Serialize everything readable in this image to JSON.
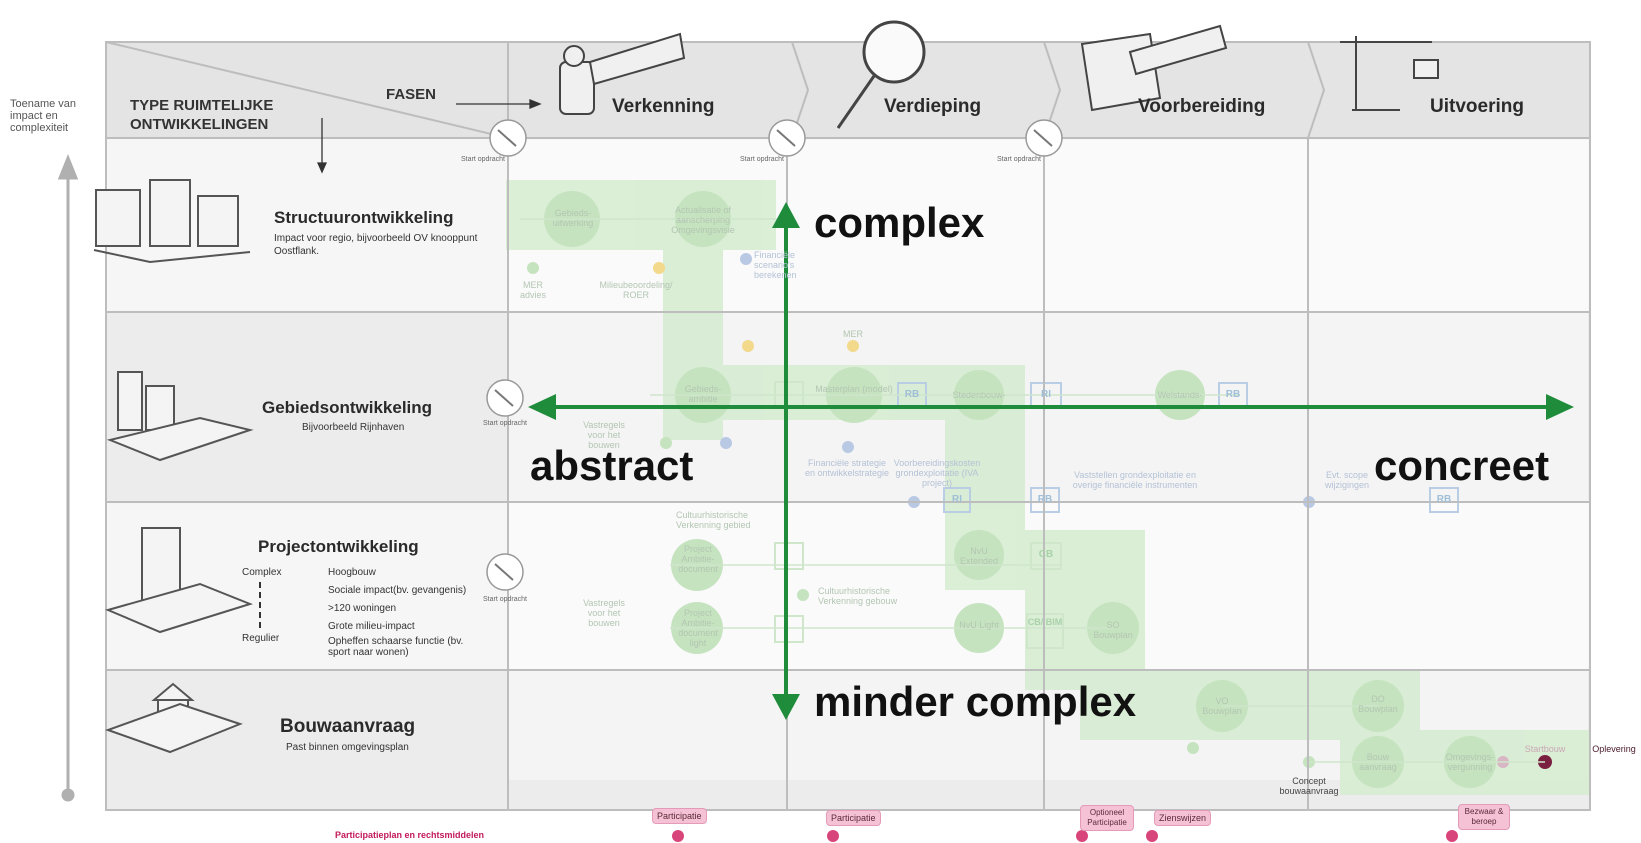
{
  "header": {
    "type_label": "TYPE RUIMTELIJKE ONTWIKKELINGEN",
    "fasen_label": "FASEN",
    "yaxis_label": "Toename van impact en complexiteit"
  },
  "phases": [
    "Verkenning",
    "Verdieping",
    "Voorbereiding",
    "Uitvoering"
  ],
  "start_label": "Start opdracht",
  "categories": [
    {
      "title": "Structuurontwikkeling",
      "subtitle": "Impact voor regio, bijvoorbeeld OV knooppunt Oostflank."
    },
    {
      "title": "Gebiedsontwikkeling",
      "subtitle": "Bijvoorbeeld Rijnhaven"
    },
    {
      "title": "Projectontwikkeling",
      "complex": "Complex",
      "regulier": "Regulier",
      "list": [
        "Hoogbouw",
        "Sociale impact(bv. gevangenis)",
        ">120 woningen",
        "Grote milieu-impact",
        "Opheffen schaarse functie (bv. sport naar wonen)"
      ]
    },
    {
      "title": "Bouwaanvraag",
      "subtitle": "Past binnen omgevingsplan"
    }
  ],
  "axes": {
    "top": "complex",
    "bottom": "minder complex",
    "left": "abstract",
    "right": "concreet"
  },
  "faint_labels": {
    "gebiedsuitwerking": "Gebieds-uitwerking",
    "actualisatie": "Actualisatie of aanscherping Omgevingsvisie",
    "financiele_scenarios": "Financiële scenario's berekenen",
    "mer_advies": "MER advies",
    "milieubeoordeling": "Milieubeoordeling/ ROER",
    "mer": "MER",
    "gebieds_ambitie": "Gebieds-ambitie",
    "masterplan": "Masterplan (model)",
    "stedenbouw": "Stedenbouw-",
    "welstand": "Welstands-",
    "spelregels": "Vastregels voor het bouwen",
    "fin_strategie": "Financiële strategie en ontwikkelstrategie",
    "voorbereidingskosten": "Voorbereidingskosten grondexploitatie (IVA project)",
    "vaststellen": "Vaststellen grondexploitatie en overige financiële instrumenten",
    "scope": "Evt. scope wijzigingen",
    "cultuur_gebied": "Cultuurhistorische Verkenning gebied",
    "project_ambitie": "Project Ambitie-document",
    "project_ambitie_light": "Project Ambitie-document light",
    "cultuur_gebouw": "Cultuurhistorische Verkenning gebouw",
    "nvu_extended": "NvU Extended",
    "nvu_light": "NvU Light",
    "so_bouwplan": "SO Bouwplan",
    "vo_bouwplan": "VO Bouwplan",
    "do_bouwplan": "DO Bouwplan",
    "bouwaanvraag": "Bouw aanvraag",
    "omgevingsvergunning": "Omgevings-vergunning",
    "startbouw": "Startbouw",
    "oplevering": "Oplevering",
    "concept": "Concept bouwaanvraag"
  },
  "boxes": {
    "rb": "RB",
    "ri": "RI",
    "cb": "CB",
    "cb_bim": "CB/ BIM"
  },
  "participation": {
    "title": "Participatieplan en rechtsmiddelen",
    "items": [
      "Participatie",
      "Participatie",
      "Optioneel Participatie",
      "Zienswijzen",
      "Bezwaar & beroep"
    ]
  },
  "colors": {
    "arrow_green": "#1f8c3b",
    "header_bg": "#e6e6e6",
    "faint_green": "#d4ecd0",
    "pink": "#f4c2d4"
  }
}
